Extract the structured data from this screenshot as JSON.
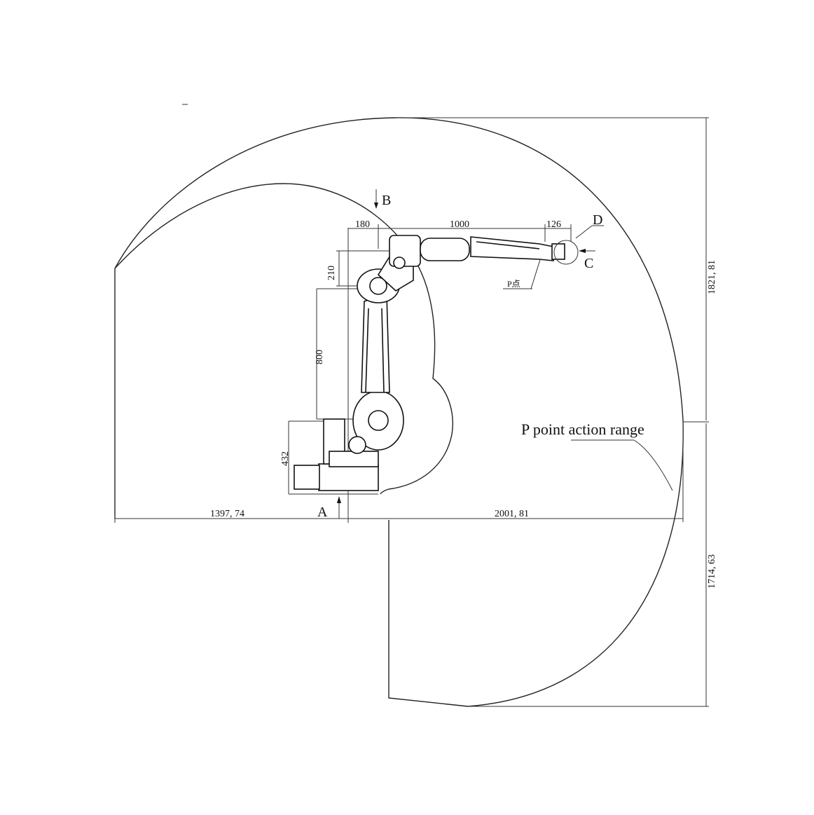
{
  "labels": {
    "range_caption": "P point action range",
    "p_point": "P点",
    "view_a": "A",
    "view_b": "B",
    "view_c": "C",
    "view_d": "D"
  },
  "dimensions": {
    "left_reach": "1397, 74",
    "right_reach": "2001, 81",
    "upper_height": "1821, 81",
    "lower_depth": "1714, 63",
    "arm_length": "1000",
    "wrist_offset": "126",
    "shoulder_offset": "180",
    "elbow_offset": "210",
    "upper_arm": "800",
    "base_height": "432"
  }
}
